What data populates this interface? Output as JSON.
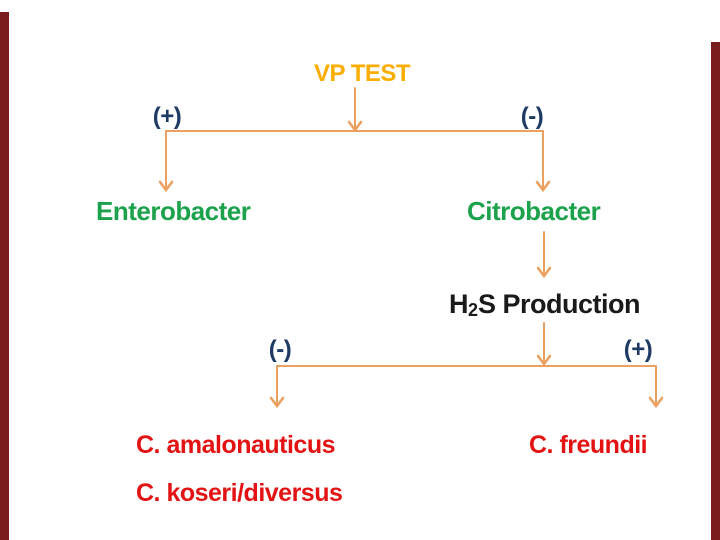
{
  "diagram": {
    "title": "VP TEST",
    "vp_branches": {
      "positive": {
        "sign": "(+)",
        "result": "Enterobacter"
      },
      "negative": {
        "sign": "(-)",
        "result": "Citrobacter"
      }
    },
    "h2s": {
      "prefix": "H",
      "subscript": "2",
      "suffix": "S Production"
    },
    "h2s_branches": {
      "negative": {
        "sign": "(-)",
        "results": [
          "C. amalonauticus",
          "C. koseri/diversus"
        ]
      },
      "positive": {
        "sign": "(+)",
        "results": [
          "C. freundii"
        ]
      }
    }
  },
  "colors": {
    "title_gold": "#fbae00",
    "sign_navy": "#1f3a63",
    "genus_green": "#1ca24c",
    "species_red": "#e31313",
    "h2s_black": "#1a1a1a",
    "connector_orange": "#eba05f",
    "edge_bar_maroon": "#7c1d1d"
  }
}
